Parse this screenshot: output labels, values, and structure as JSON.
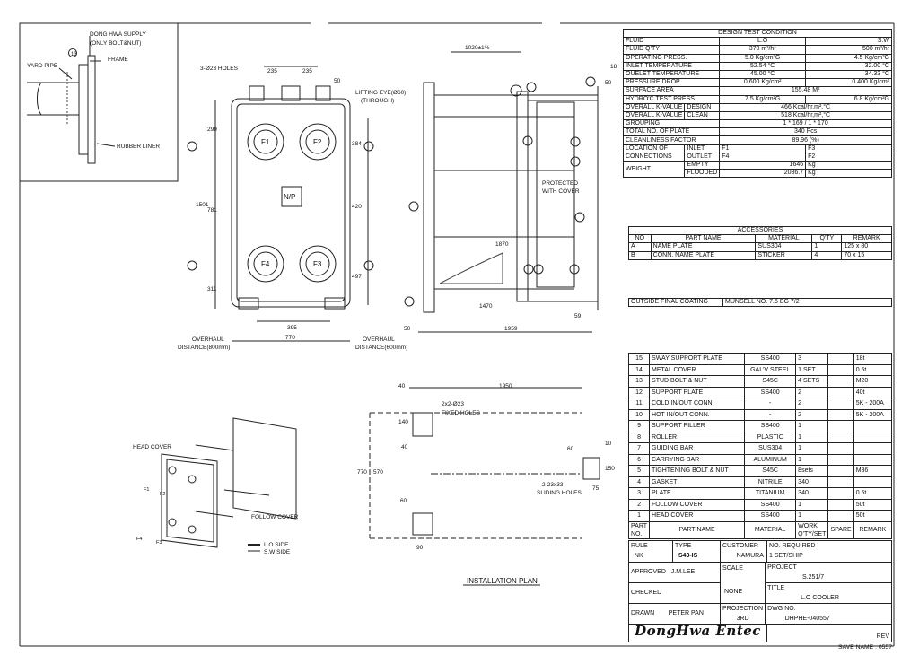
{
  "design_condition": {
    "title": "DESIGN TEST CONDITION",
    "rows": [
      {
        "label": "FLUID",
        "hot": "L.O",
        "cold": "S.W"
      },
      {
        "label": "FLUID Q'TY",
        "hot": "370    m³/hr",
        "cold": "500    m³/hr"
      },
      {
        "label": "OPERATING PRESS.",
        "hot": "5.0    Kg/cm²G",
        "cold": "4.5    Kg/cm²G"
      },
      {
        "label": "INLET TEMPERATURE",
        "hot": "52.54 °C",
        "cold": "32.00 °C"
      },
      {
        "label": "OUELET TEMPERATURE",
        "hot": "45.00 °C",
        "cold": "34.33 °C"
      },
      {
        "label": "PRESSURE DROP",
        "hot": "0.600  Kg/cm²",
        "cold": "0.400  Kg/cm²"
      },
      {
        "label": "SURFACE AREA",
        "span": "155.48    M²"
      },
      {
        "label": "HYDRO'C TEST PRESS.",
        "hot": "7.5    Kg/cm²G",
        "cold": "6.8    Kg/cm²G"
      },
      {
        "label": "OVERALL K-VALUE",
        "sub": "DESIGN",
        "span": "466        Kcal/hr,m²,°C"
      },
      {
        "label": "OVERALL K-VALUE",
        "sub": "CLEAN",
        "span": "518        Kcal/hr,m²,°C"
      },
      {
        "label": "GROUPING",
        "span": "1 * 169 / 1 * 170"
      },
      {
        "label": "TOTAL NO. OF PLATE",
        "span": "340  Pcs"
      },
      {
        "label": "CLEANLINESS FACTOR",
        "span": "89.96 (%)"
      }
    ],
    "connections": {
      "label1": "LOCATION OF",
      "label2": "CONNECTIONS",
      "inlet": "INLET",
      "outlet": "OUTLET",
      "inlet_hot": "F1",
      "inlet_cold": "F3",
      "outlet_hot": "F4",
      "outlet_cold": "F2"
    },
    "weight": {
      "label": "WEIGHT",
      "empty": "EMPTY",
      "empty_val": "1646",
      "flooded": "FLOODED",
      "flooded_val": "2086.7",
      "unit": "Kg"
    }
  },
  "accessories": {
    "title": "ACCESSORIES",
    "headers": [
      "NO",
      "PART NAME",
      "MATERIAL",
      "Q'TY",
      "REMARK"
    ],
    "rows": [
      [
        "A",
        "NAME PLATE",
        "SUS304",
        "1",
        "125 x 80"
      ],
      [
        "B",
        "CONN. NAME PLATE",
        "STICKER",
        "4",
        "70 x 15"
      ]
    ]
  },
  "coating": {
    "label": "OUTSIDE FINAL COATING",
    "value": "MUNSELL NO. 7.5 BG 7/2"
  },
  "parts": {
    "rows": [
      [
        "15",
        "SWAY SUPPORT PLATE",
        "SS400",
        "3",
        "",
        "18t"
      ],
      [
        "14",
        "METAL COVER",
        "GAL'V STEEL",
        "1 SET",
        "",
        "0.5t"
      ],
      [
        "13",
        "STUD BOLT & NUT",
        "S45C",
        "4 SETS",
        "",
        "M20"
      ],
      [
        "12",
        "SUPPORT PLATE",
        "SS400",
        "2",
        "",
        "40t"
      ],
      [
        "11",
        "COLD IN/OUT CONN.",
        "-",
        "2",
        "",
        "5K - 200A"
      ],
      [
        "10",
        "HOT IN/OUT CONN.",
        "-",
        "2",
        "",
        "5K - 200A"
      ],
      [
        "9",
        "SUPPORT PILLER",
        "SS400",
        "1",
        "",
        ""
      ],
      [
        "8",
        "ROLLER",
        "PLASTIC",
        "1",
        "",
        ""
      ],
      [
        "7",
        "GUIDING BAR",
        "SUS304",
        "1",
        "",
        ""
      ],
      [
        "6",
        "CARRYING BAR",
        "ALUMINUM",
        "1",
        "",
        ""
      ],
      [
        "5",
        "TIGHTENING BOLT & NUT",
        "S45C",
        "8sets",
        "",
        "M36"
      ],
      [
        "4",
        "GASKET",
        "NITRILE",
        "340",
        "",
        ""
      ],
      [
        "3",
        "PLATE",
        "TITANIUM",
        "340",
        "",
        "0.5t"
      ],
      [
        "2",
        "FOLLOW COVER",
        "SS400",
        "1",
        "",
        "50t"
      ],
      [
        "1",
        "HEAD COVER",
        "SS400",
        "1",
        "",
        "50t"
      ]
    ],
    "header": {
      "no1": "PART",
      "no2": "NO.",
      "name": "PART NAME",
      "material": "MATERIAL",
      "work1": "WORK",
      "work2": "Q'TY/SET",
      "spare": "SPARE",
      "remark": "REMARK"
    }
  },
  "title_block": {
    "rule_label": "RULE",
    "rule": "NK",
    "type_label": "TYPE",
    "type": "S43-IS",
    "customer_label": "CUSTOMER",
    "customer": "NAMURA",
    "req_label": "NO. REQUIRED",
    "req": "1 SET/SHIP",
    "approved_label": "APPROVED",
    "approved": "J.M.LEE",
    "scale_label": "SCALE",
    "scale": "NONE",
    "project_label": "PROJECT",
    "project": "S.251/7",
    "checked_label": "CHECKED",
    "title_label": "TITLE",
    "title": "L.O COOLER",
    "drawn_label": "DRAWN",
    "drawn": "PETER PAN",
    "projection_label": "PROJECTION",
    "projection": "3RD",
    "dwg_label": "DWG NO.",
    "dwg": "DHPHE-040557",
    "company": "DongHwa Entec",
    "rev": "REV",
    "save_name": "SAVE NAME : 0557"
  },
  "drawing": {
    "detail": {
      "supply": "DONG HWA SUPPLY",
      "supply2": "(ONLY BOLT&NUT)",
      "frame": "FRAME",
      "yard_pipe": "YARD PIPE",
      "rubber": "RUBBER LINER",
      "num": "13"
    },
    "front": {
      "holes": "3-Ø23 HOLES",
      "d235a": "235",
      "d235b": "235",
      "d50": "50",
      "lift": "LIFTING EYE(Ø60)",
      "lift2": "(THROUGH)",
      "d299": "299",
      "d1501": "1501",
      "d781": "781",
      "d311": "311",
      "d384": "384",
      "d420": "420",
      "d497": "497",
      "f1": "F1",
      "f2": "F2",
      "f3": "F3",
      "f4": "F4",
      "np": "N/P",
      "d395": "395",
      "d770": "770",
      "oh1": "OVERHAUL",
      "oh2": "DISTANCE(800mm)",
      "oh3": "OVERHAUL",
      "oh4": "DISTANCE(600mm)"
    },
    "side": {
      "d1020": "1020±1%",
      "d18": "18",
      "d50": "50",
      "protected": "PROTECTED",
      "protected2": "WITH COVER",
      "d1870": "1870",
      "d1470": "1470",
      "d50b": "50",
      "d1959": "1959",
      "d59": "59"
    },
    "iso": {
      "head": "HEAD COVER",
      "follow": "FOLLOW COVER",
      "lo": "L.O SIDE",
      "sw": "S.W SIDE",
      "f1": "F1",
      "f2": "F2",
      "f3": "F3",
      "f4": "F4"
    },
    "install": {
      "d40": "40",
      "d1950": "1950",
      "holes": "2x2-Ø23",
      "fixed": "FIXED HOLES",
      "d140": "140",
      "d40b": "40",
      "d770": "770",
      "d570": "570",
      "d60": "60",
      "d90": "90",
      "d60b": "60",
      "d10": "10",
      "d150": "150",
      "d75": "75",
      "slide": "2-23x33",
      "slide2": "SLIDING HOLES",
      "plan": "INSTALLATION PLAN"
    }
  }
}
